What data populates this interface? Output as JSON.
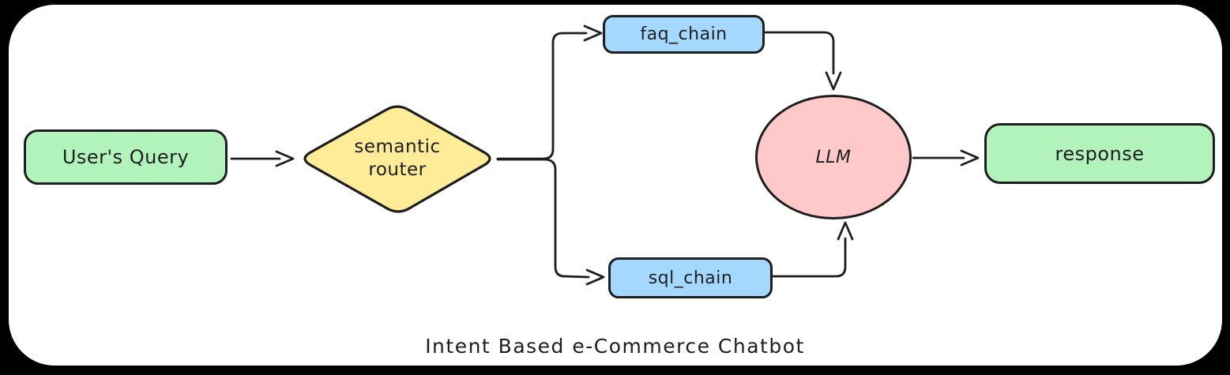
{
  "diagram": {
    "caption": "Intent Based e-Commerce Chatbot",
    "nodes": {
      "users_query": {
        "label": "User's Query",
        "shape": "rounded-rectangle",
        "fill": "#b2f2bb"
      },
      "semantic_router": {
        "label": "semantic router",
        "shape": "diamond",
        "fill": "#ffec99"
      },
      "faq_chain": {
        "label": "faq_chain",
        "shape": "rounded-rectangle",
        "fill": "#a5d8ff"
      },
      "sql_chain": {
        "label": "sql_chain",
        "shape": "rounded-rectangle",
        "fill": "#a5d8ff"
      },
      "llm": {
        "label": "LLM",
        "shape": "ellipse",
        "fill": "#ffc9c9"
      },
      "response": {
        "label": "response",
        "shape": "rounded-rectangle",
        "fill": "#b2f2bb"
      }
    },
    "edges": [
      {
        "from": "users_query",
        "to": "semantic_router"
      },
      {
        "from": "semantic_router",
        "to": "faq_chain"
      },
      {
        "from": "semantic_router",
        "to": "sql_chain"
      },
      {
        "from": "faq_chain",
        "to": "llm"
      },
      {
        "from": "sql_chain",
        "to": "llm"
      },
      {
        "from": "llm",
        "to": "response"
      }
    ],
    "colors": {
      "stroke": "#1e1e1e",
      "green": "#b2f2bb",
      "yellow": "#ffec99",
      "blue": "#a5d8ff",
      "pink": "#ffc9c9",
      "surface": "#ffffff",
      "background": "#000000"
    }
  }
}
